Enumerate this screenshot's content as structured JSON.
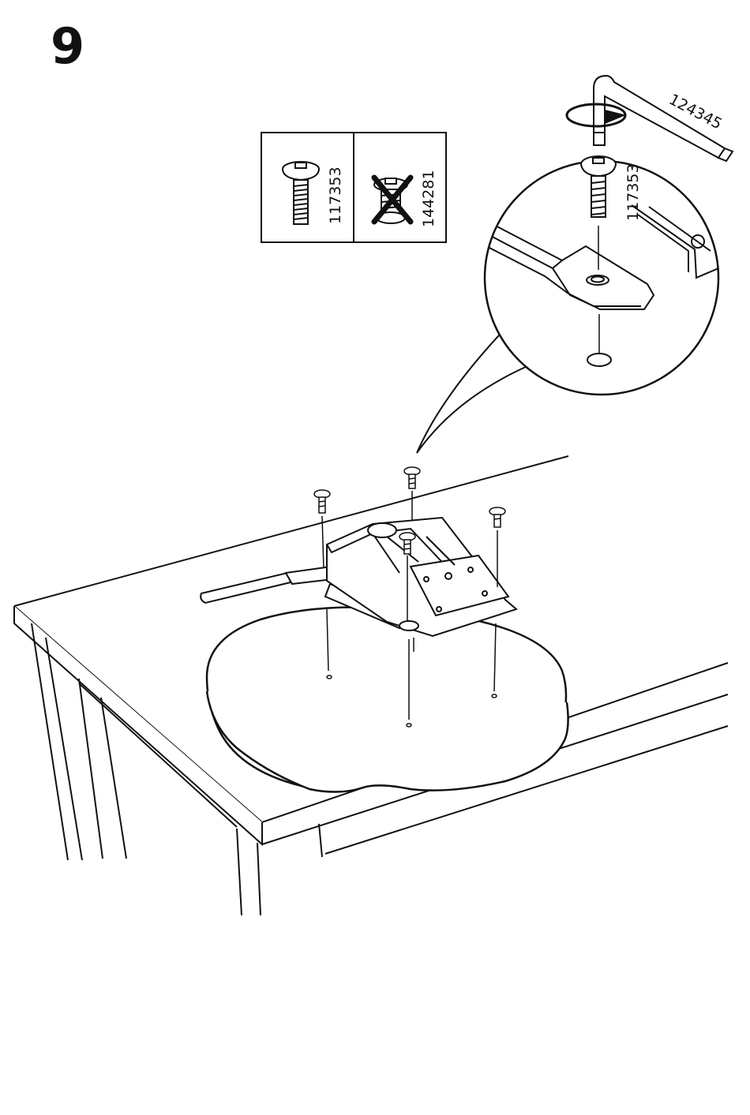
{
  "step": {
    "number": "9"
  },
  "parts": {
    "screw_included": "117353",
    "screw_excluded": "144281",
    "allen_key": "124345",
    "detail_screw": "117353"
  }
}
